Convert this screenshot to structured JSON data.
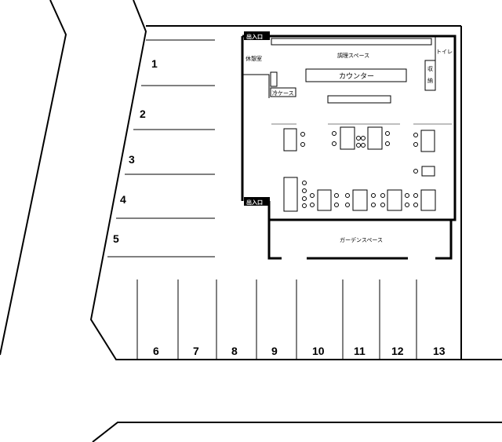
{
  "parking": {
    "left_spaces": [
      "1",
      "2",
      "3",
      "4",
      "5"
    ],
    "bottom_spaces": [
      "6",
      "7",
      "8",
      "9",
      "10",
      "11",
      "12",
      "13"
    ]
  },
  "building": {
    "entrance_top": "出入口",
    "entrance_bottom": "出入口",
    "kitchen": "調理スペース",
    "toilet": "トイレ",
    "break_room": "休憩室",
    "storage_line1": "収",
    "storage_line2": "納",
    "counter": "カウンター",
    "fridge_case": "冷ケース",
    "garden_space": "ガーデンスペース"
  }
}
